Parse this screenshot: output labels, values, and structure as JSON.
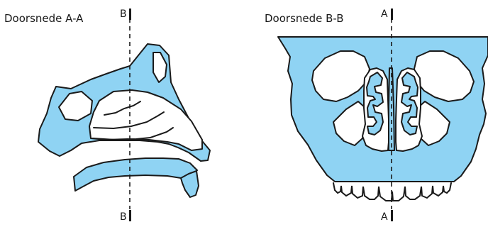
{
  "colors": {
    "bone": "#8fd3f3",
    "outline": "#1a1a1a",
    "background": "#ffffff"
  },
  "section_aa": {
    "title": "Doorsnede A-A",
    "marker_top": "B",
    "marker_bottom": "B"
  },
  "section_bb": {
    "title": "Doorsnede B-B",
    "marker_top": "A",
    "marker_bottom": "A"
  }
}
